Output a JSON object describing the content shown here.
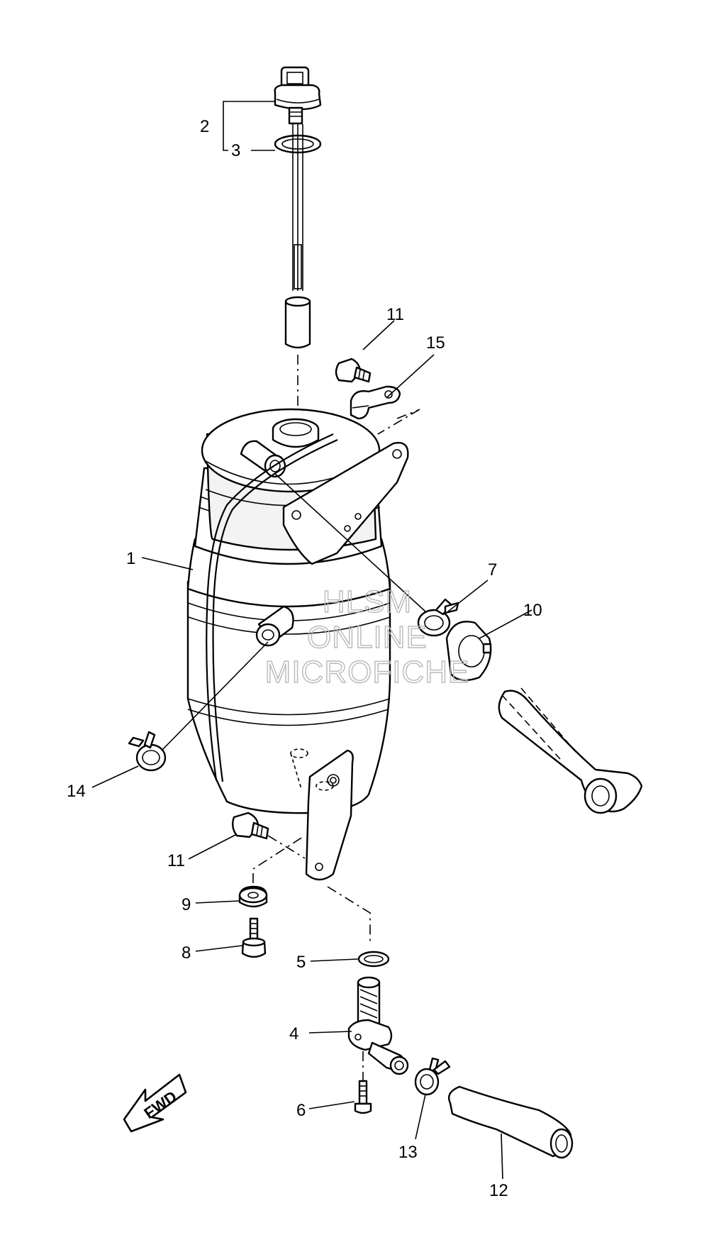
{
  "watermark": {
    "line1": "HLSM",
    "line2": "ONLINE",
    "line3": "MICROFICHE"
  },
  "direction_marker": {
    "text": "FWD"
  },
  "part_callouts": {
    "p1": "1",
    "p2": "2",
    "p3": "3",
    "p4": "4",
    "p5": "5",
    "p6": "6",
    "p7": "7",
    "p8": "8",
    "p9": "9",
    "p10": "10",
    "p11_top": "11",
    "p11_bottom": "11",
    "p12": "12",
    "p13": "13",
    "p14": "14",
    "p15": "15"
  }
}
